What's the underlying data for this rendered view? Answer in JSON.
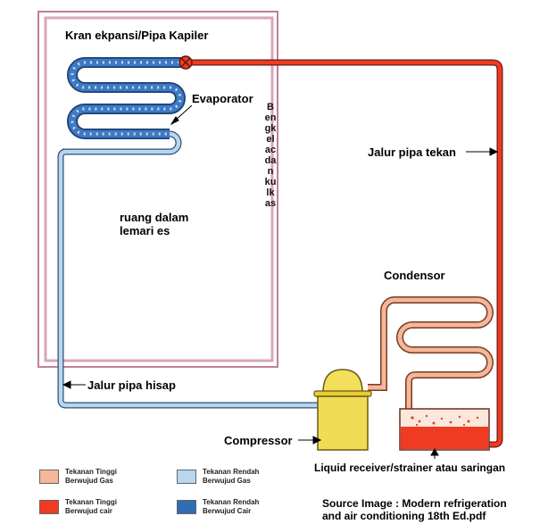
{
  "labels": {
    "expansion_valve": "Kran ekpansi/Pipa Kapiler",
    "evaporator": "Evaporator",
    "discharge_line": "Jalur pipa tekan",
    "cabinet_interior": [
      "ruang dalam",
      "lemari es"
    ],
    "watermark": "Bengkel ac dan kulkas",
    "condenser": "Condensor",
    "suction_line": "Jalur pipa hisap",
    "compressor": "Compressor",
    "receiver": "Liquid receiver/strainer atau saringan"
  },
  "legend": [
    {
      "line1": "Tekanan Tinggi",
      "line2": "Berwujud Gas",
      "color": "#f4b79a"
    },
    {
      "line1": "Tekanan Rendah",
      "line2": "Berwujud Gas",
      "color": "#b8d6ee"
    },
    {
      "line1": "Tekanan Tinggi",
      "line2": "Berwujud cair",
      "color": "#ee3b22"
    },
    {
      "line1": "Tekanan Rendah",
      "line2": "Berwujud Cair",
      "color": "#2f6db5"
    }
  ],
  "source": {
    "line1": "Source Image : Modern refrigeration",
    "line2": "and air conditioning 18th Ed.pdf"
  }
}
